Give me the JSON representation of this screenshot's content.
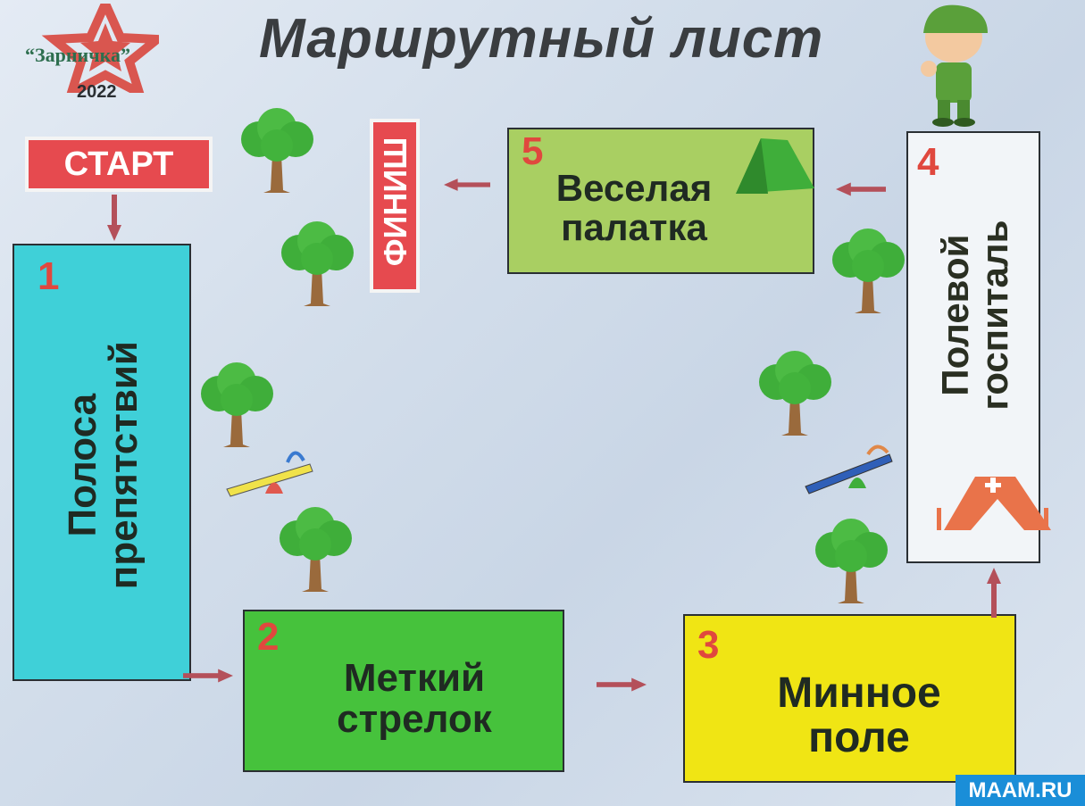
{
  "title": "Маршрутный лист",
  "logo": {
    "name": "“Зарничка”",
    "year": "2022"
  },
  "start_label": "СТАРТ",
  "finish_label": "ФИНИШ",
  "stations": [
    {
      "number": "1",
      "line1": "Полоса",
      "line2": "препятствий",
      "color": "#3fd0d8"
    },
    {
      "number": "2",
      "line1": "Меткий",
      "line2": "стрелок",
      "color": "#46c23c"
    },
    {
      "number": "3",
      "line1": "Минное",
      "line2": "поле",
      "color": "#f0e514"
    },
    {
      "number": "4",
      "line1": "Полевой",
      "line2": "госпиталь",
      "color": "#f2f5f8"
    },
    {
      "number": "5",
      "line1": "Веселая",
      "line2": "палатка",
      "color": "#a9cf62"
    }
  ],
  "watermark": "MAAM.RU"
}
